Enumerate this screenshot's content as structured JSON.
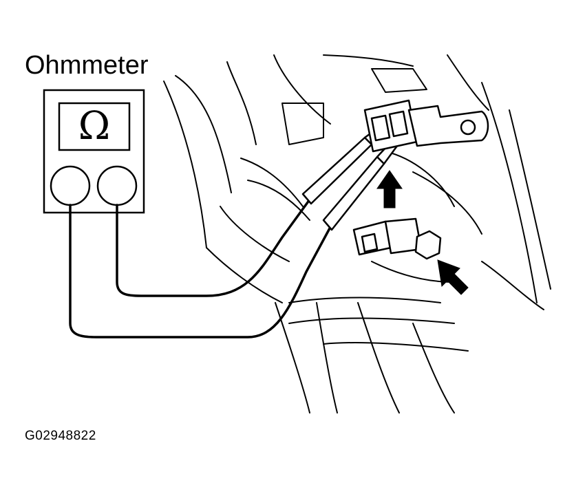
{
  "diagram": {
    "title": "Ohmmeter",
    "meter_symbol": "Ω",
    "figure_code": "G02948822",
    "colors": {
      "line": "#000000",
      "background": "#ffffff",
      "arrow": "#000000"
    },
    "icons": [
      "ohmmeter-icon",
      "arrow-up-icon",
      "arrow-diagonal-icon",
      "connector-icon"
    ]
  }
}
